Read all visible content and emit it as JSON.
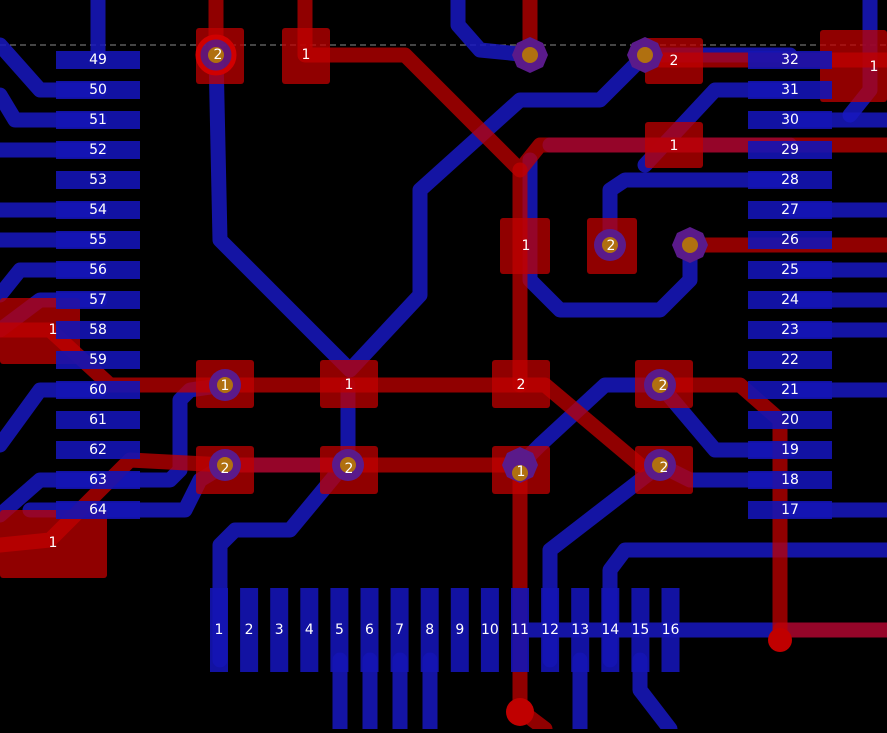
{
  "colors": {
    "background": "#000000",
    "top_layer": "#c80000",
    "bottom_layer": "#0000c8",
    "via_drill": "#b07010",
    "board_outline": "#8a8a8a",
    "label": "#ffffff"
  },
  "ic_pins": {
    "left": [
      "49",
      "50",
      "51",
      "52",
      "53",
      "54",
      "55",
      "56",
      "57",
      "58",
      "59",
      "60",
      "61",
      "62",
      "63",
      "64"
    ],
    "right": [
      "32",
      "31",
      "30",
      "29",
      "28",
      "27",
      "26",
      "25",
      "24",
      "23",
      "22",
      "21",
      "20",
      "19",
      "18",
      "17"
    ],
    "bottom": [
      "1",
      "2",
      "3",
      "4",
      "5",
      "6",
      "7",
      "8",
      "9",
      "10",
      "11",
      "12",
      "13",
      "14",
      "15",
      "16"
    ]
  },
  "component_pads": [
    {
      "id": "pad-a1",
      "label": "2"
    },
    {
      "id": "pad-a2",
      "label": "1"
    },
    {
      "id": "pad-a3",
      "label": "2"
    },
    {
      "id": "pad-a4",
      "label": "1"
    },
    {
      "id": "pad-b1",
      "label": "1"
    },
    {
      "id": "pad-b2",
      "label": "2"
    },
    {
      "id": "pad-c1",
      "label": "1"
    },
    {
      "id": "pad-c2",
      "label": "1"
    },
    {
      "id": "pad-c3",
      "label": "1"
    },
    {
      "id": "pad-c4",
      "label": "2"
    },
    {
      "id": "pad-d1",
      "label": "2"
    },
    {
      "id": "pad-d2",
      "label": "2"
    },
    {
      "id": "pad-d3",
      "label": "2"
    },
    {
      "id": "pad-d4",
      "label": "1"
    },
    {
      "id": "pad-e1",
      "label": "2"
    },
    {
      "id": "pad-e2",
      "label": "1"
    },
    {
      "id": "pad-f1",
      "label": "1"
    }
  ]
}
